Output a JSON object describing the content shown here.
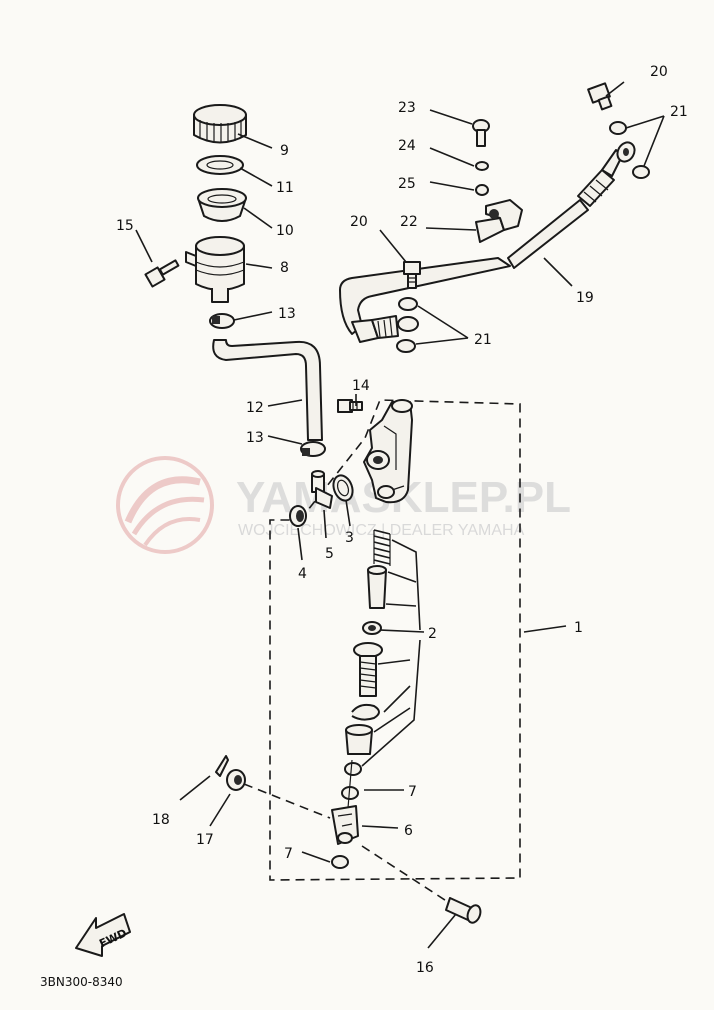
{
  "labels": {
    "n1": "1",
    "n2": "2",
    "n3": "3",
    "n4": "4",
    "n5": "5",
    "n6": "6",
    "n7a": "7",
    "n7b": "7",
    "n8": "8",
    "n9": "9",
    "n10": "10",
    "n11": "11",
    "n12": "12",
    "n13a": "13",
    "n13b": "13",
    "n14": "14",
    "n15": "15",
    "n16": "16",
    "n17": "17",
    "n18": "18",
    "n19": "19",
    "n20a": "20",
    "n20b": "20",
    "n21a": "21",
    "n21b": "21",
    "n22": "22",
    "n23": "23",
    "n24": "24",
    "n25": "25"
  },
  "fwd_label": "FWD",
  "diagram_code": "3BN300-8340",
  "watermark": {
    "brand": "YAMASKLEP.PL",
    "tagline": "WOJCIECHOWICZ | DEALER YAMAHA",
    "logo_color": "#e2a3a3"
  }
}
